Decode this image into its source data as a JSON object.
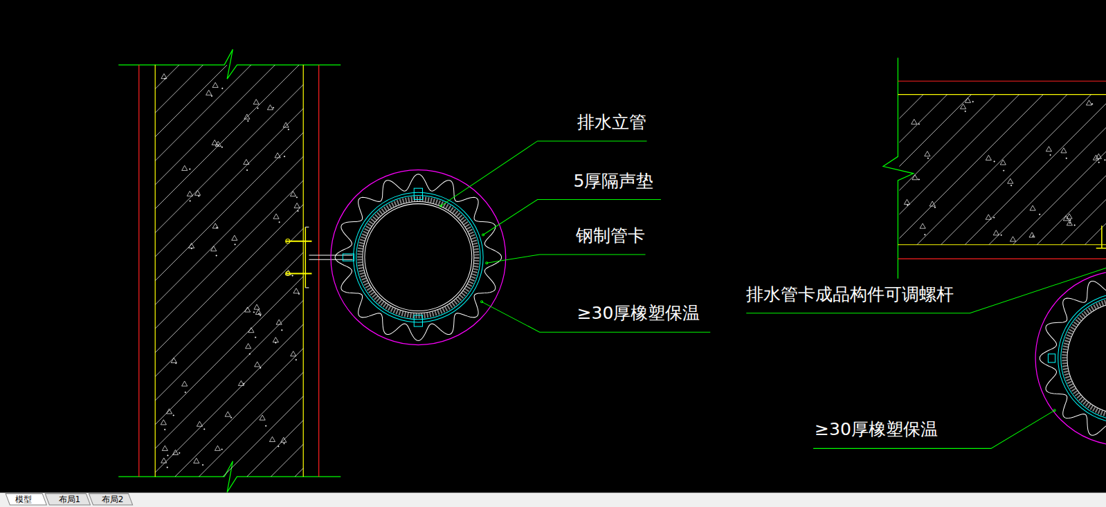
{
  "diagram": {
    "labels": [
      "排水立管",
      "5厚隔声垫",
      "钢制管卡",
      "≥30厚橡塑保温",
      "排水管卡成品构件可调螺杆",
      "≥30厚橡塑保温",
      "模型",
      "布局1",
      "布局2"
    ]
  }
}
